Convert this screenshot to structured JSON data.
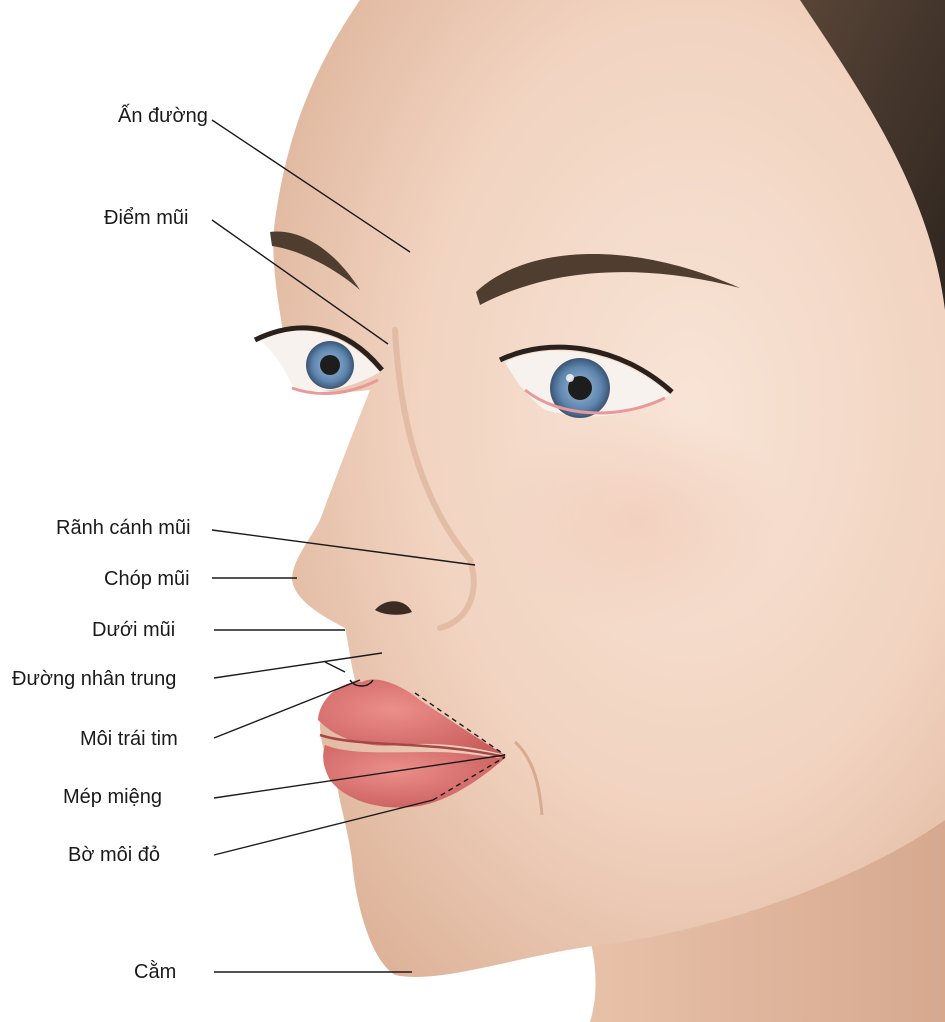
{
  "labels": {
    "an_duong": "Ấn đường",
    "diem_mui": "Điểm mũi",
    "ranh_canh_mui": "Rãnh cánh mũi",
    "chop_mui": "Chóp mũi",
    "duoi_mui": "Dưới mũi",
    "duong_nhan_trung": "Đường nhân trung",
    "moi_trai_tim": "Môi trái tim",
    "mep_mieng": "Mép miệng",
    "bo_moi_do": "Bờ môi đỏ",
    "cam": "Cằm"
  },
  "colors": {
    "skin": "#f4d9c7",
    "skin_shadow": "#e3b89f",
    "lip": "#d9706e",
    "brow": "#4f3d30",
    "hair": "#3b2f27",
    "iris": "#5f86b0",
    "leader_line": "#1a1a1a"
  }
}
